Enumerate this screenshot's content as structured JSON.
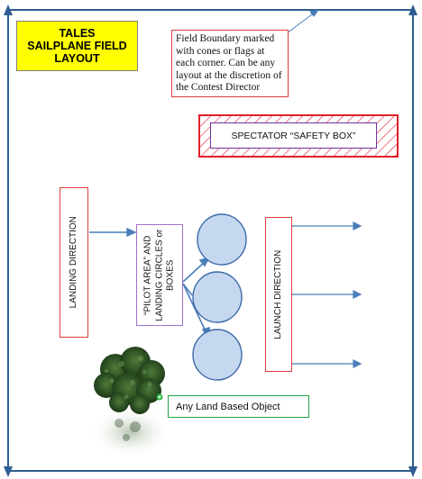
{
  "title": {
    "lines": [
      "TALES",
      "SAILPLANE FIELD",
      "LAYOUT"
    ]
  },
  "field_note": "Field Boundary marked with cones or flags at each corner. Can be any layout at the discretion of the Contest Director",
  "spectator_box": {
    "label": "SPECTATOR “SAFETY BOX”"
  },
  "landing_direction": {
    "label": "LANDING DIRECTION"
  },
  "pilot_area": {
    "lines": [
      "“PILOT AREA” AND",
      "LANDING CIRCLES or",
      "BOXES"
    ]
  },
  "launch_direction": {
    "label": "LAUNCH DIRECTION"
  },
  "land_object": {
    "label": "Any Land Based Object"
  },
  "colors": {
    "boundary": "#2e5c93",
    "arrow": "#4a7ebb",
    "circle_fill": "#c6d7f0",
    "circle_stroke": "#3c6aa8",
    "red_border": "#e03c3c",
    "purple_border": "#7030a0",
    "green_border": "#22a845",
    "title_bg": "#ffff00"
  }
}
